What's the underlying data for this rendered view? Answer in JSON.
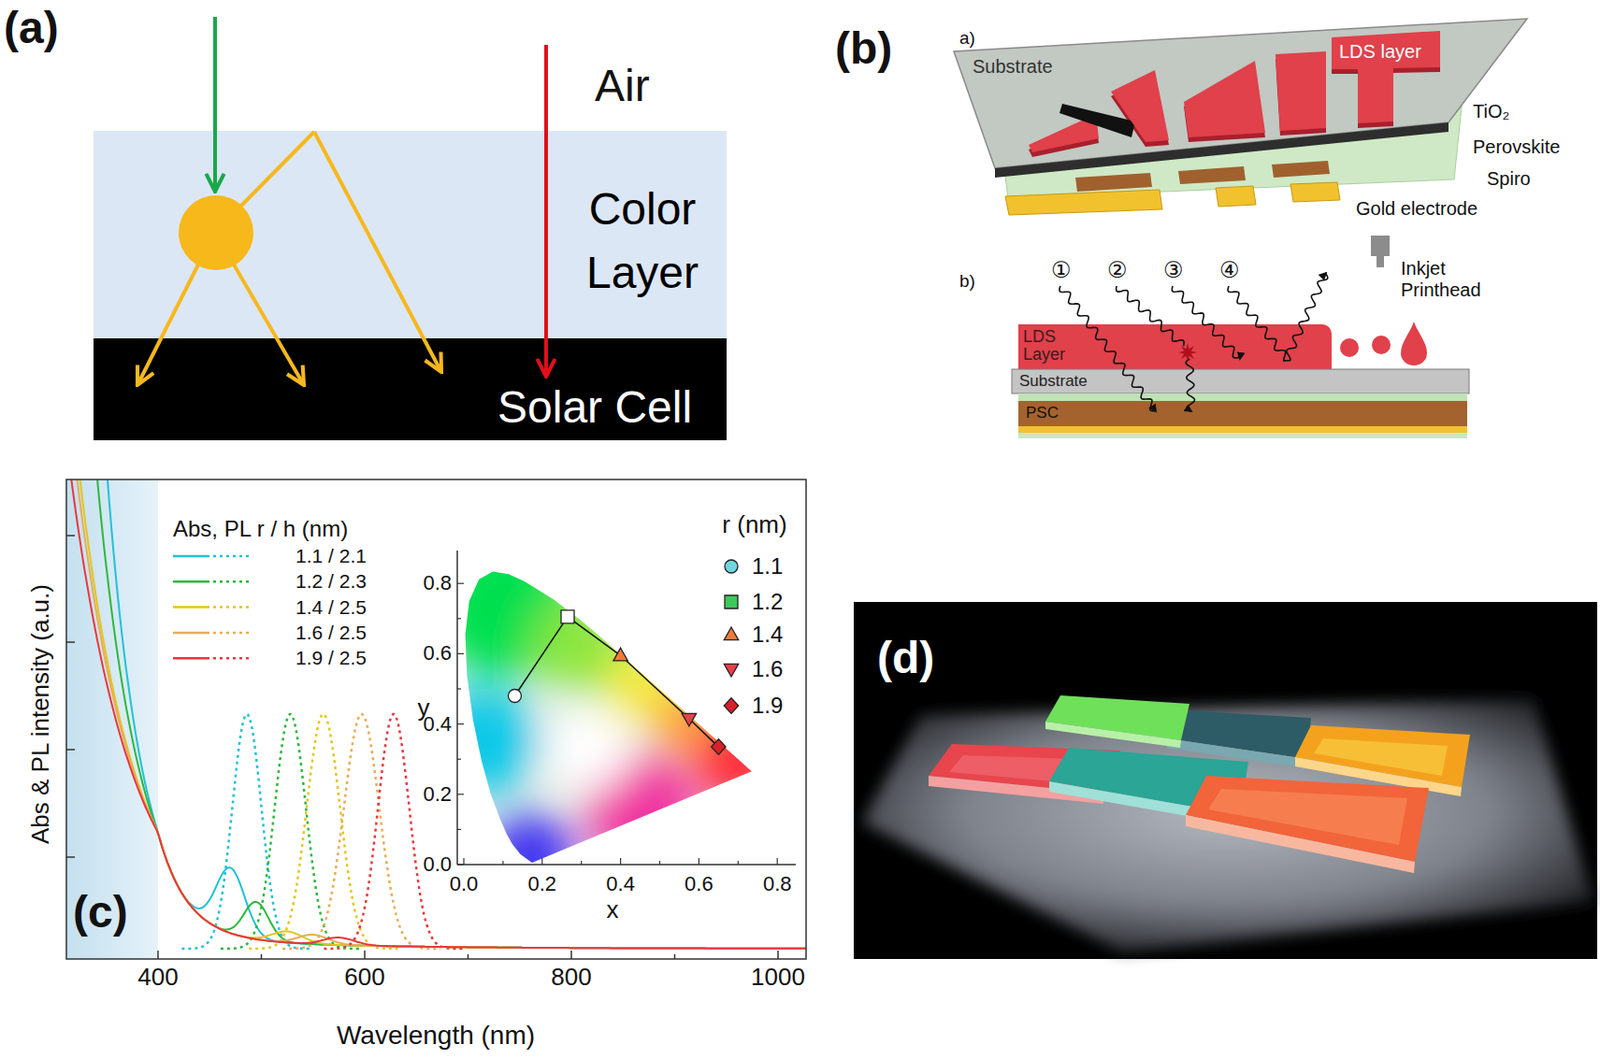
{
  "diagram": {
    "nodes": [
      {
        "text": [
          "Color Layer"
        ]
      },
      {
        "text": [
          "Solar Cell"
        ]
      },
      {
        "text": [
          "LDS Layer"
        ]
      },
      {
        "text": [
          "Substrate"
        ]
      },
      {
        "text": [
          "PSC"
        ]
      }
    ],
    "labels": [
      "(a)",
      "Air",
      "(b)",
      "a)",
      "Substrate",
      "LDS layer",
      "TiO₂",
      "Perovskite",
      "Spiro",
      "Gold electrode",
      "b)",
      "①",
      "②",
      "③",
      "④",
      "Inkjet Printhead",
      "(c)",
      "Abs, PL r / h (nm)",
      "Abs & PL intensity (a.u.)",
      "400",
      "600",
      "800",
      "1000",
      "Wavelength (nm)",
      "r (nm)",
      "y",
      "0.8",
      "0.6",
      "0.4",
      "0.2",
      "0.0",
      "x",
      "0.0",
      "0.2",
      "0.4",
      "0.6",
      "0.8",
      "(d)"
    ],
    "legend": [
      {
        "text": "1.1 / 2.1"
      },
      {
        "text": "1.2 / 2.3"
      },
      {
        "text": "1.4 / 2.5"
      },
      {
        "text": "1.6 / 2.5"
      },
      {
        "text": "1.9 / 2.5"
      },
      {
        "text": "1.1"
      },
      {
        "text": "1.2"
      },
      {
        "text": "1.4"
      },
      {
        "text": "1.6"
      },
      {
        "text": "1.9"
      }
    ]
  }
}
